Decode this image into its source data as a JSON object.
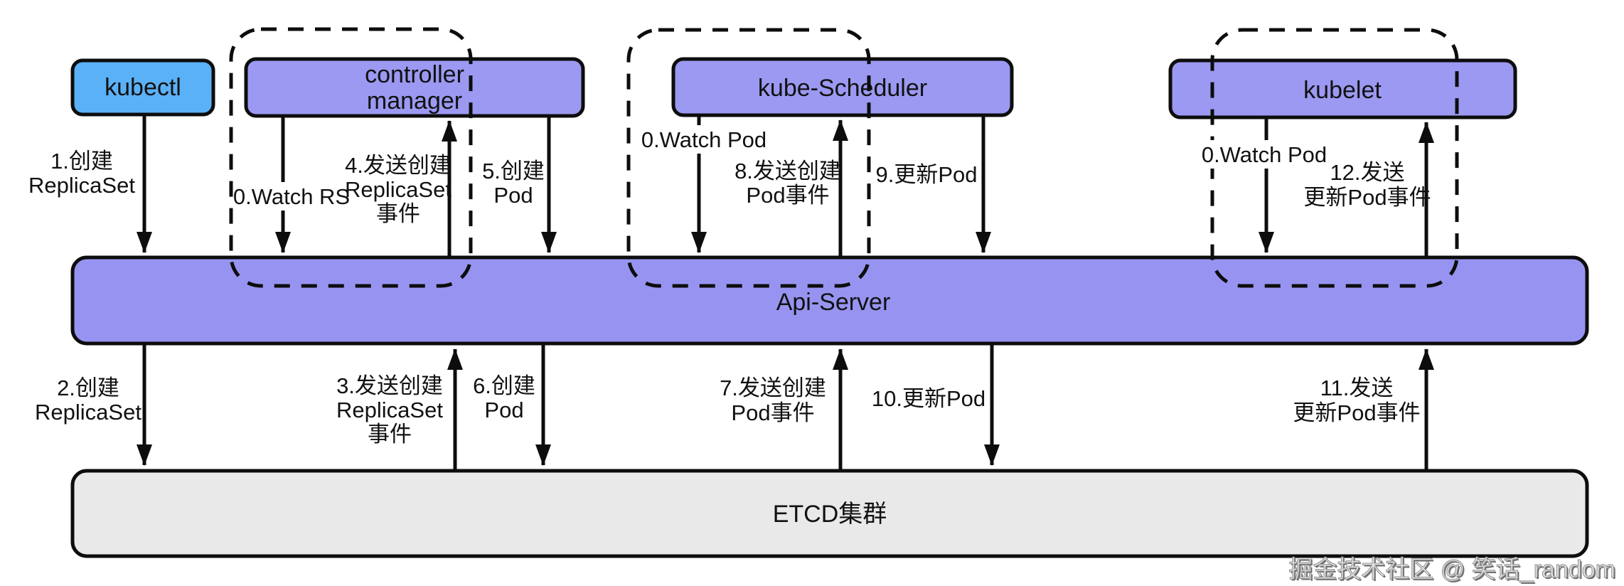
{
  "colors": {
    "kubectl_fill": "#5BB1F8",
    "node_fill": "#9C99F2",
    "api_fill": "#9794F1",
    "etcd_fill": "#E9E9E9",
    "line": "#0D0D0D"
  },
  "nodes": {
    "kubectl": "kubectl",
    "controller_manager_line1": "controller",
    "controller_manager_line2": "manager",
    "kube_scheduler": "kube-Scheduler",
    "kubelet": "kubelet",
    "api_server": "Api-Server",
    "etcd": "ETCD集群"
  },
  "labels": {
    "step1": [
      "1.创建",
      "ReplicaSet"
    ],
    "watch_rs": "0.Watch RS",
    "step4": [
      "4.发送创建",
      "ReplicaSet",
      "事件"
    ],
    "step5": [
      "5.创建",
      "Pod"
    ],
    "watch_pod_scheduler": "0.Watch Pod",
    "step8": [
      "8.发送创建",
      "Pod事件"
    ],
    "step9": "9.更新Pod",
    "watch_pod_kubelet": "0.Watch Pod",
    "step12": [
      "12.发送",
      "更新Pod事件"
    ],
    "step2": [
      "2.创建",
      "ReplicaSet"
    ],
    "step3": [
      "3.发送创建",
      "ReplicaSet",
      "事件"
    ],
    "step6": [
      "6.创建",
      "Pod"
    ],
    "step7": [
      "7.发送创建",
      "Pod事件"
    ],
    "step10": "10.更新Pod",
    "step11": [
      "11.发送",
      "更新Pod事件"
    ]
  },
  "watermark": "掘金技术社区 @ 笑话_random"
}
